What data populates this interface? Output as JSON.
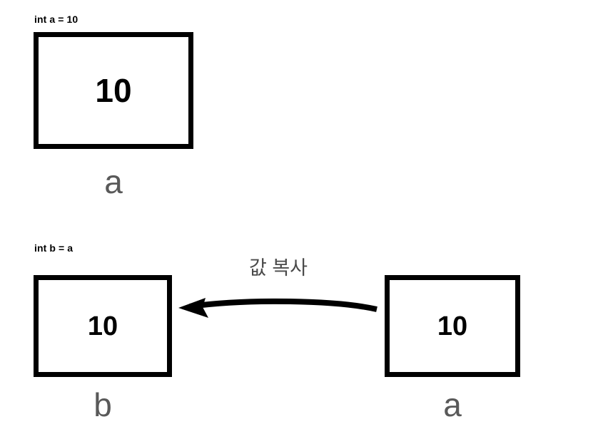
{
  "diagram": {
    "title_sections": [
      {
        "id": "decl-a",
        "code": "int a = 10"
      },
      {
        "id": "decl-b",
        "code": "int b = a"
      }
    ],
    "boxes": {
      "a_top": {
        "value": "10",
        "caption": "a"
      },
      "b": {
        "value": "10",
        "caption": "b"
      },
      "a_bottom": {
        "value": "10",
        "caption": "a"
      }
    },
    "annotation": {
      "copy_label": "값 복사"
    },
    "colors": {
      "background": "#ffffff",
      "box_border": "#000000",
      "value_text": "#000000",
      "caption_text": "#595959",
      "annotation_text": "#4a4a4a",
      "code_text": "#000000",
      "arrow": "#000000"
    }
  }
}
